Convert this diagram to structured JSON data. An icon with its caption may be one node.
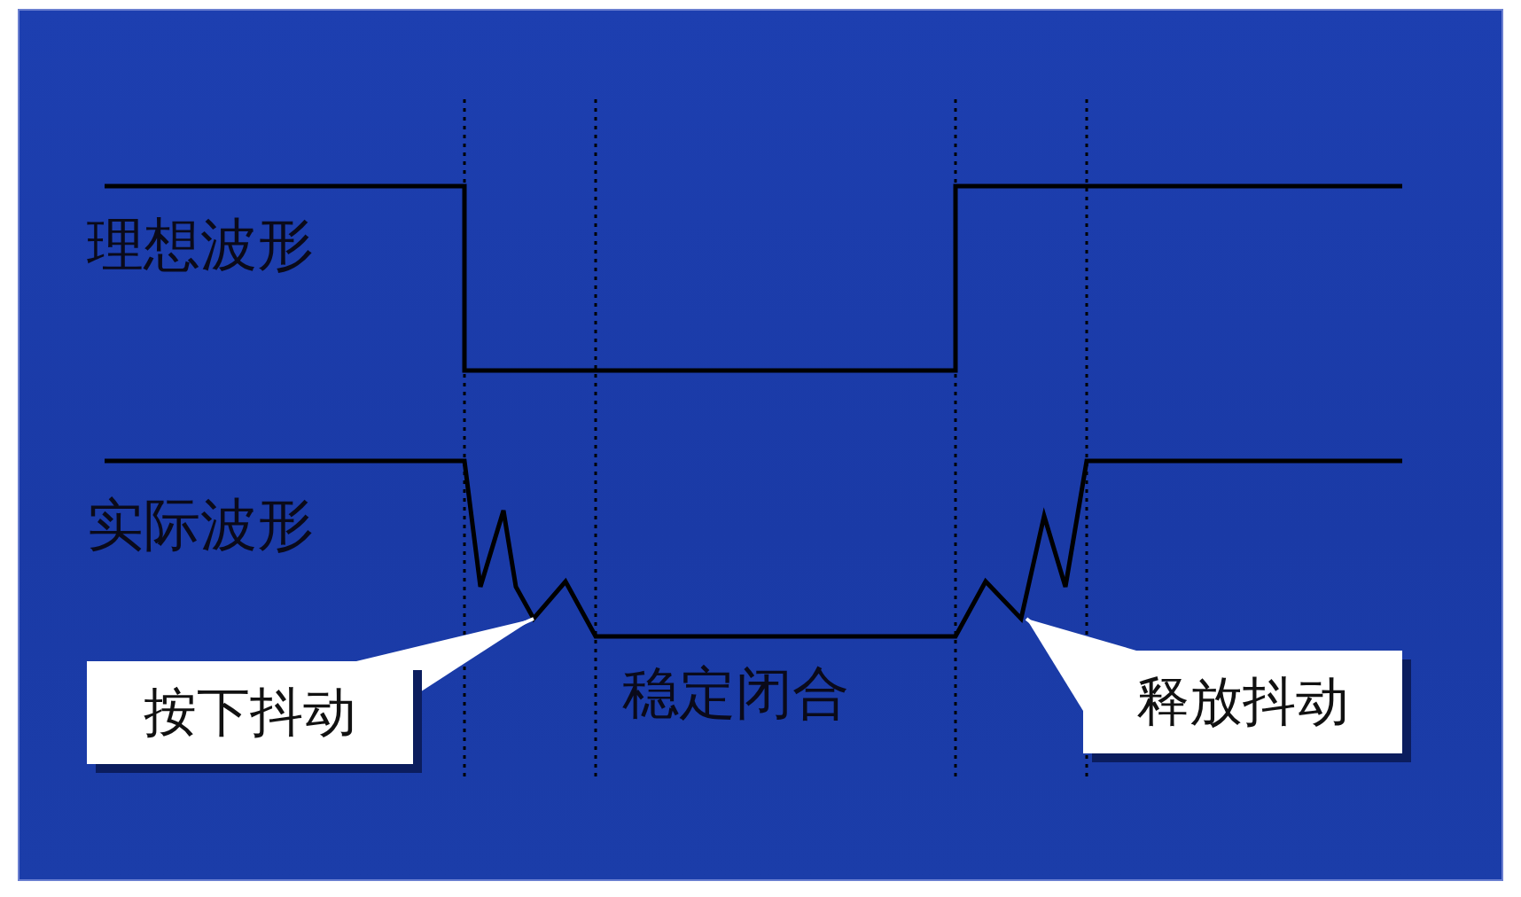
{
  "diagram": {
    "nodes": [
      {
        "text": [
          "按下抖动"
        ]
      },
      {
        "text": [
          "释放抖动"
        ]
      }
    ],
    "edges": [
      {
        "from": 0,
        "to": null,
        "arrow": "none"
      },
      {
        "from": 1,
        "to": null,
        "arrow": "none"
      }
    ],
    "labels": [
      "理想波形",
      "实际波形",
      "稳定闭合"
    ]
  }
}
